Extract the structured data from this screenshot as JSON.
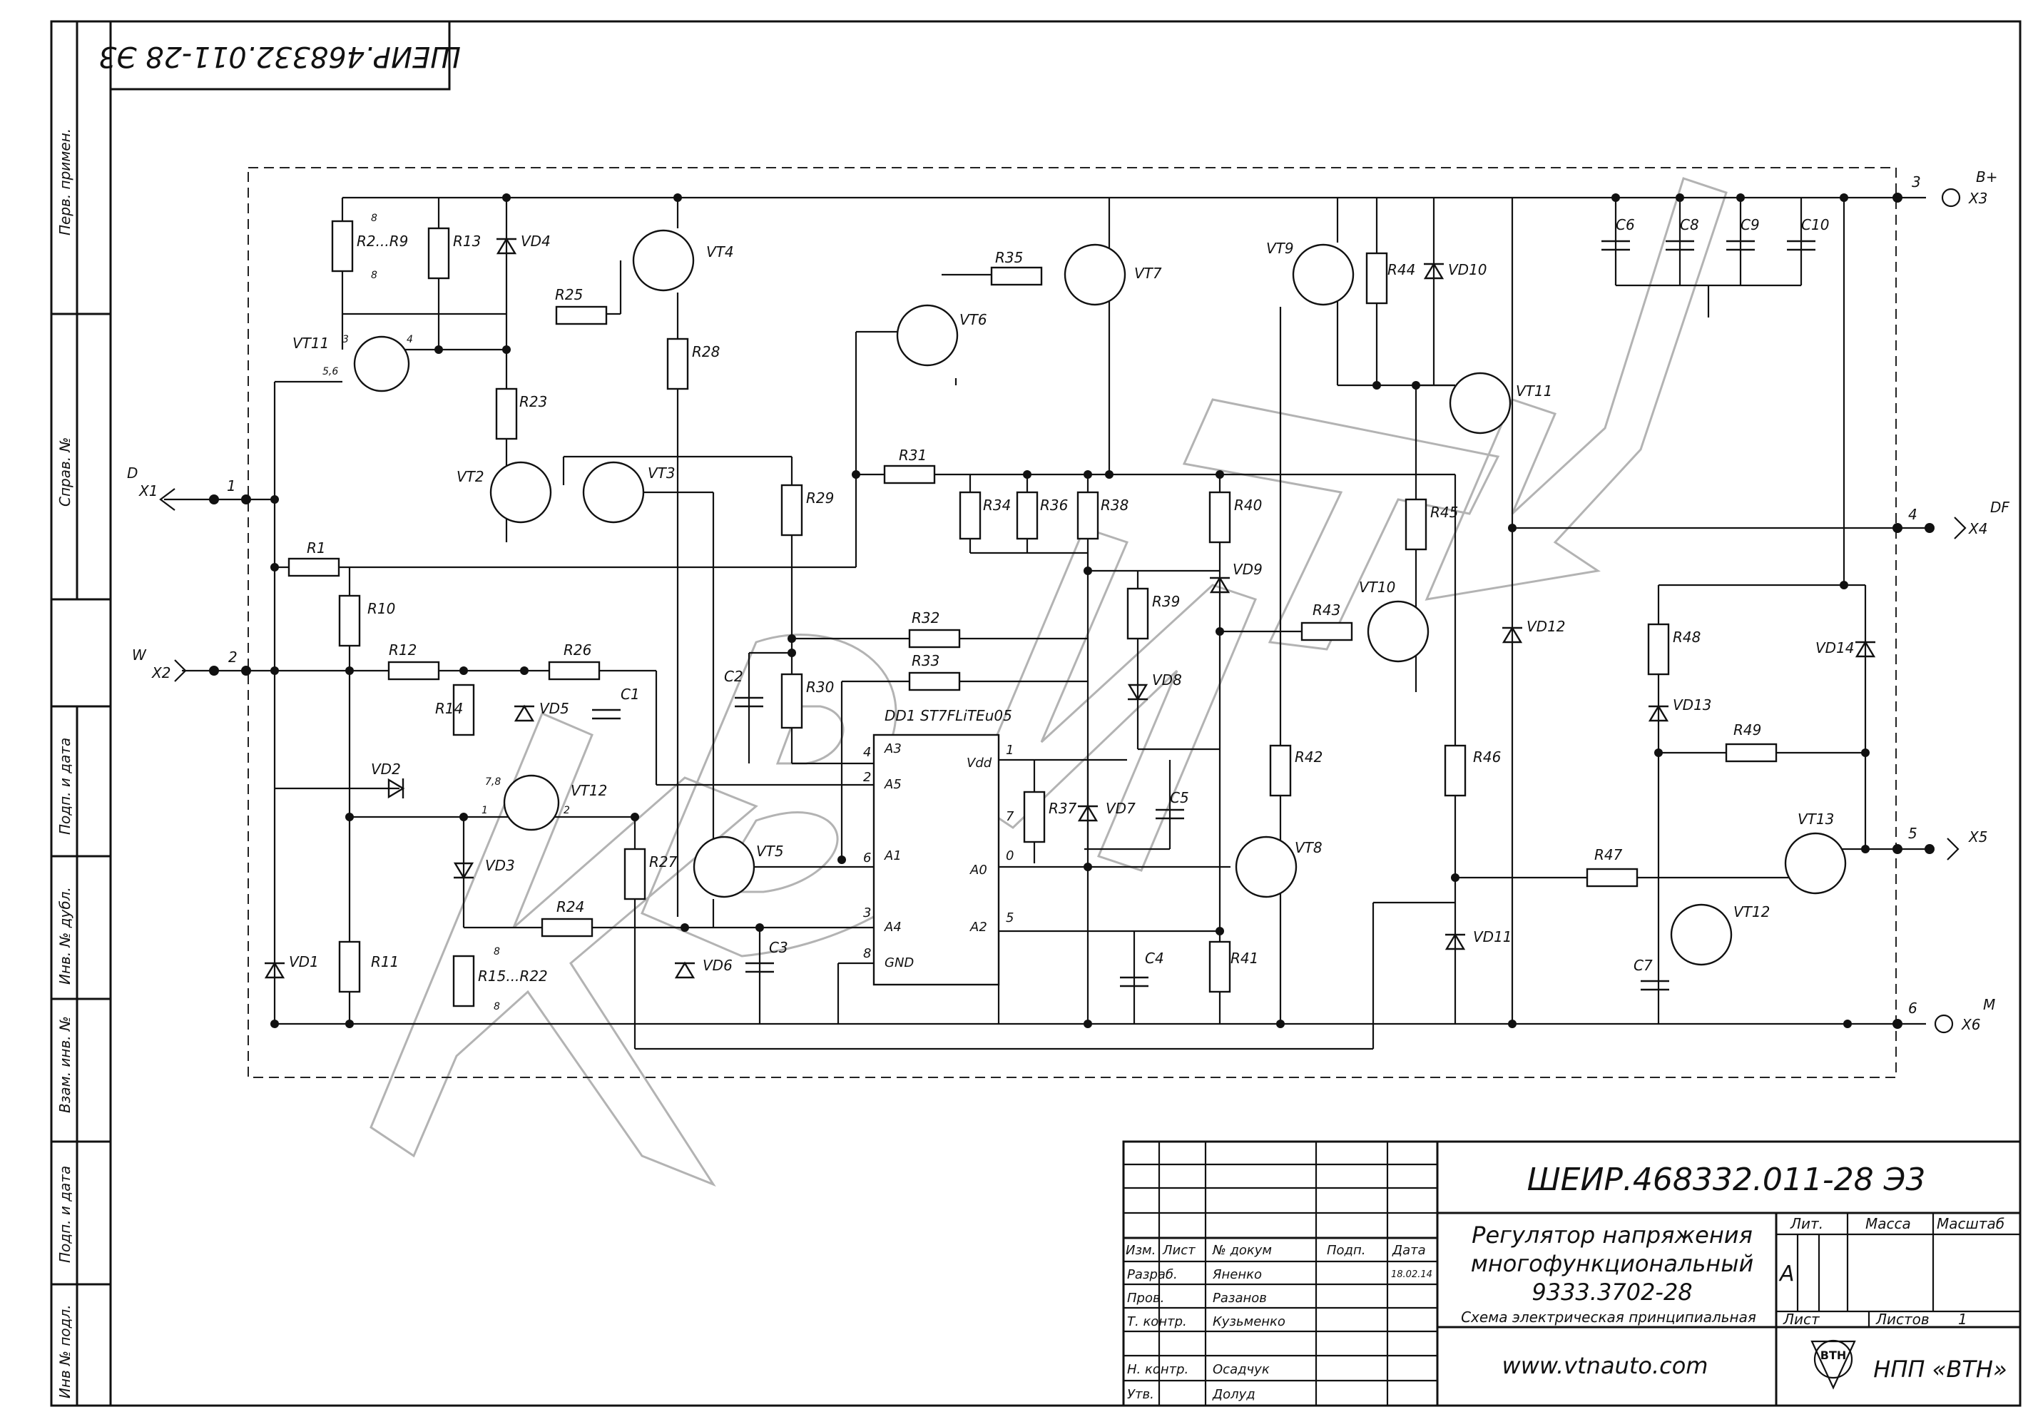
{
  "drawing": {
    "doc_number": "ШЕИР.468332.011-28  Э3",
    "doc_number_mirrored": "ШЕИР.468332.011-28  Э3",
    "title_lines": [
      "Регулятор напряжения",
      "многофункциональный",
      "9333.3702-28"
    ],
    "doc_type": "Схема электрическая принципиальная",
    "website": "www.vtnauto.com",
    "company": "НПП «ВТН»",
    "logo_text": "ВТН",
    "watermark": "КВТН"
  },
  "left_strip": [
    "Перв. примен.",
    "Справ. №",
    "Подп. и дата",
    "Инв. № дубл.",
    "Взам. инв. №",
    "Подп. и дата",
    "Инв № подл."
  ],
  "title_block": {
    "headers": [
      "Изм.",
      "Лист",
      "№ докум",
      "Подп.",
      "Дата"
    ],
    "rows": [
      {
        "role": "Разраб.",
        "name": "Яненко",
        "date": "18.02.14"
      },
      {
        "role": "Пров.",
        "name": "Разанов",
        "date": ""
      },
      {
        "role": "Т. контр.",
        "name": "Кузьменко",
        "date": ""
      },
      {
        "role": "Н. контр.",
        "name": "Осадчук",
        "date": ""
      },
      {
        "role": "Утв.",
        "name": "Долуд",
        "date": ""
      }
    ],
    "lit_label": "Лит.",
    "mass_label": "Масса",
    "scale_label": "Масштаб",
    "lit_value": "А",
    "sheet_label": "Лист",
    "sheets_label": "Листов",
    "sheets_value": "1"
  },
  "connectors": [
    {
      "pin": "1",
      "ref": "X1",
      "signal": "D"
    },
    {
      "pin": "2",
      "ref": "X2",
      "signal": "W"
    },
    {
      "pin": "3",
      "ref": "X3",
      "signal": "B+"
    },
    {
      "pin": "4",
      "ref": "X4",
      "signal": "DF"
    },
    {
      "pin": "5",
      "ref": "X5",
      "signal": ""
    },
    {
      "pin": "6",
      "ref": "X6",
      "signal": "M"
    }
  ],
  "chip": {
    "ref": "DD1",
    "part": "ST7FLiTEu05",
    "pins_left": [
      {
        "n": "4",
        "name": "A3"
      },
      {
        "n": "2",
        "name": "A5"
      },
      {
        "n": "6",
        "name": "A1"
      },
      {
        "n": "3",
        "name": "A4"
      },
      {
        "n": "8",
        "name": "GND"
      }
    ],
    "pins_right": [
      {
        "n": "1",
        "name": "Vdd"
      },
      {
        "n": "7",
        "name": ""
      },
      {
        "n": "0",
        "name": "A0"
      },
      {
        "n": "5",
        "name": "A2"
      }
    ]
  },
  "labels": {
    "R2R9": "R2...R9",
    "R13": "R13",
    "VD4": "VD4",
    "VT4": "VT4",
    "R25": "R25",
    "VT11a": "VT11",
    "R28": "R28",
    "R23": "R23",
    "VT2": "VT2",
    "VT3": "VT3",
    "R35": "R35",
    "VT7": "VT7",
    "VT6": "VT6",
    "R29": "R29",
    "R31": "R31",
    "R34": "R34",
    "R36": "R36",
    "R38": "R38",
    "R40": "R40",
    "VD9": "VD9",
    "R1": "R1",
    "R10": "R10",
    "R12": "R12",
    "R26": "R26",
    "R14": "R14",
    "VD5": "VD5",
    "C1": "C1",
    "C2": "C2",
    "R30": "R30",
    "R32": "R32",
    "R33": "R33",
    "R39": "R39",
    "VD8": "VD8",
    "R43": "R43",
    "VT10": "VT10",
    "VT9": "VT9",
    "R44": "R44",
    "VD10": "VD10",
    "VT11b": "VT11",
    "R45": "R45",
    "C6": "C6",
    "C8": "C8",
    "C9": "C9",
    "C10": "C10",
    "VD12": "VD12",
    "R48": "R48",
    "VD13": "VD13",
    "VD14": "VD14",
    "R49": "R49",
    "VT13": "VT13",
    "VD2": "VD2",
    "VT12a": "VT12",
    "VD3": "VD3",
    "R27": "R27",
    "VT5": "VT5",
    "R24": "R24",
    "R15R22": "R15...R22",
    "VD1": "VD1",
    "R11": "R11",
    "VD6": "VD6",
    "C3": "C3",
    "R37": "R37",
    "VD7": "VD7",
    "C5": "C5",
    "C4": "C4",
    "R41": "R41",
    "R42": "R42",
    "VT8": "VT8",
    "R46": "R46",
    "VD11": "VD11",
    "R47": "R47",
    "VT12b": "VT12",
    "C7": "C7",
    "p8a": "8",
    "p8b": "8",
    "p3": "3",
    "p4": "4",
    "p56": "5,6",
    "p78": "7,8",
    "p1": "1",
    "p2": "2",
    "p8c": "8",
    "p8d": "8"
  }
}
